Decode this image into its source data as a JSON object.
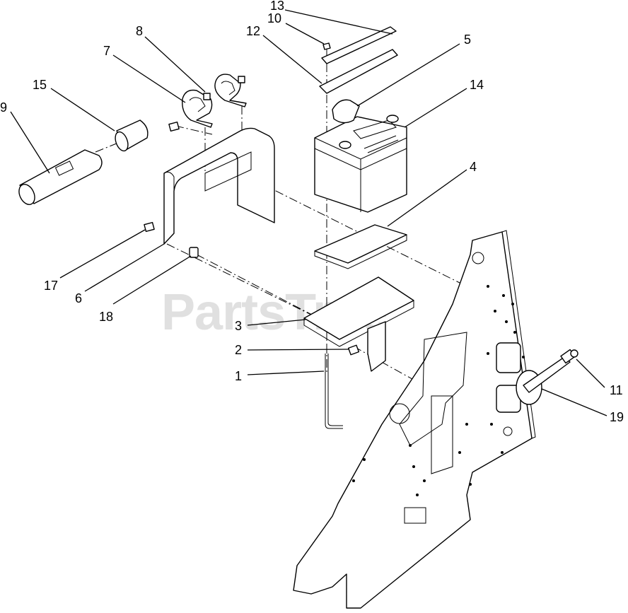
{
  "watermark": "PartsTree",
  "callouts": [
    {
      "id": "1",
      "label": "1"
    },
    {
      "id": "2",
      "label": "2"
    },
    {
      "id": "3",
      "label": "3"
    },
    {
      "id": "4",
      "label": "4"
    },
    {
      "id": "5",
      "label": "5"
    },
    {
      "id": "6",
      "label": "6"
    },
    {
      "id": "7",
      "label": "7"
    },
    {
      "id": "8",
      "label": "8"
    },
    {
      "id": "9",
      "label": "9"
    },
    {
      "id": "10",
      "label": "10"
    },
    {
      "id": "11",
      "label": "11"
    },
    {
      "id": "12",
      "label": "12"
    },
    {
      "id": "13",
      "label": "13"
    },
    {
      "id": "14",
      "label": "14"
    },
    {
      "id": "15",
      "label": "15"
    },
    {
      "id": "17",
      "label": "17"
    },
    {
      "id": "18",
      "label": "18"
    },
    {
      "id": "19",
      "label": "19"
    }
  ]
}
